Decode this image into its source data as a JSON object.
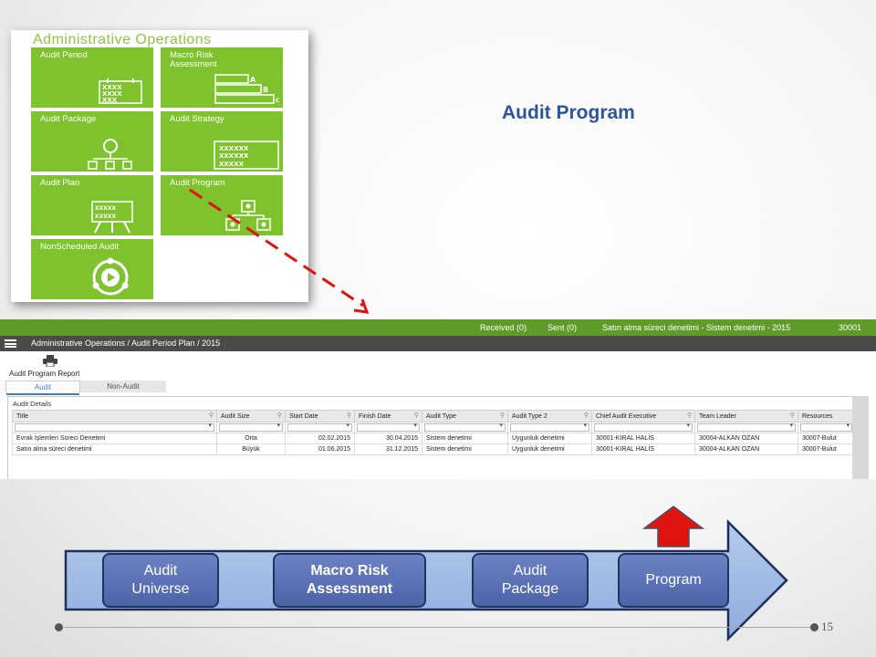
{
  "panel": {
    "title": "Administrative Operations",
    "tiles": [
      {
        "label": "Audit Period",
        "icon": "calendar-grid-icon"
      },
      {
        "label": "Macro Risk Assessment",
        "icon": "abc-bars-icon"
      },
      {
        "label": "Audit Package",
        "icon": "package-hierarchy-icon"
      },
      {
        "label": "Audit Strategy",
        "icon": "calendar-grid-icon"
      },
      {
        "label": "Audit Plan",
        "icon": "presentation-board-icon"
      },
      {
        "label": "Audit Program",
        "icon": "org-chart-icon"
      },
      {
        "label": "NonScheduled Audit",
        "icon": "play-circle-icon"
      }
    ]
  },
  "slide": {
    "title": "Audit Program",
    "page_number": "15"
  },
  "app": {
    "topbar": {
      "received": "Received (0)",
      "sent": "Sent (0)",
      "context": "Satın alma süreci denetimi - Sistem denetimi - 2015",
      "user_code": "30001"
    },
    "breadcrumb": "Administrative Operations / Audit Period Plan / 2015",
    "report_label": "Audit Program Report",
    "tabs": [
      "Audit",
      "Non-Audit"
    ],
    "details_title": "Audit Details",
    "columns": [
      "Title",
      "Audit Size",
      "Start Date",
      "Finish Date",
      "Audit Type",
      "Audit Type 2",
      "Chief Audit Executive",
      "Team Leader",
      "Resources"
    ],
    "rows": [
      [
        "Evrak İşlemleri Süreci Denetimi",
        "Orta",
        "02.02.2015",
        "30.04.2015",
        "Sistem denetimi",
        "Uygunluk denetimi",
        "30001-KIRAL HALİS",
        "30004-ALKAN OZAN",
        "30007-Bulut"
      ],
      [
        "Satın alma süreci denetimi",
        "Büyük",
        "01.06.2015",
        "31.12.2015",
        "Sistem denetimi",
        "Uygunluk denetimi",
        "30001-KIRAL HALİS",
        "30004-ALKAN OZAN",
        "30007-Bulut"
      ]
    ]
  },
  "flow": {
    "steps": [
      "Audit Universe",
      "Macro Risk Assessment",
      "Audit Package",
      "Program"
    ],
    "step_line1": [
      "Audit",
      "Macro Risk",
      "Audit",
      "Program"
    ],
    "step_line2": [
      "Universe",
      "Assessment",
      "Package",
      ""
    ],
    "arrow_color": "#99b5e0",
    "box_color": "#5a6fb5",
    "marker_color": "#e0140f"
  },
  "colors": {
    "tile_green": "#7ec22e",
    "title_blue": "#2e5597",
    "topbar_green": "#5f9b28"
  }
}
